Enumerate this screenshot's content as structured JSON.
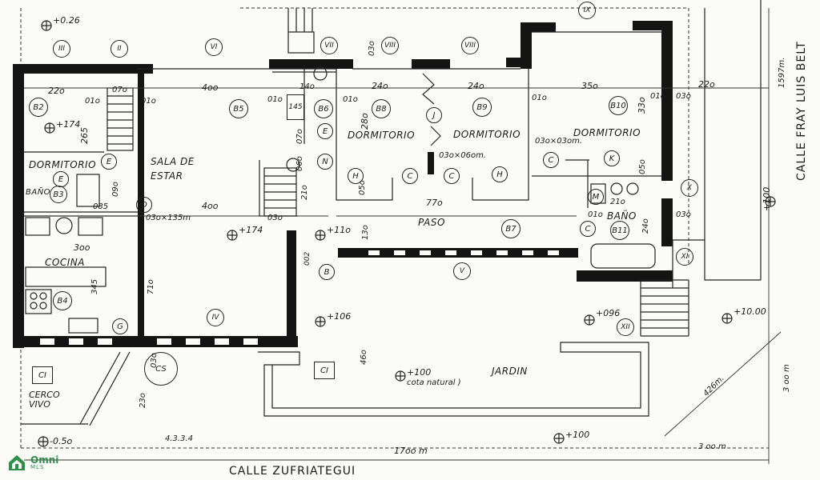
{
  "rooms": {
    "dormitorio_1": "DORMITORIO",
    "dormitorio_2": "DORMITORIO",
    "dormitorio_3": "DORMITORIO",
    "dormitorio_4": "DORMITORIO",
    "sala_1": "SALA DE",
    "sala_2": "ESTAR",
    "cocina": "COCINA",
    "bano_1": "BAÑO",
    "bano_2": "BAÑO",
    "paso": "PASO",
    "jardin": "JARDIN",
    "cerco_1": "CERCO",
    "cerco_2": "VIVO",
    "cota": "cota natural )"
  },
  "streets": {
    "zufriategui": "CALLE ZUFRIATEGUI",
    "fray_luis": "CALLE FRAY LUIS BELT"
  },
  "levels": {
    "top": "+0.26",
    "l174a": "+174",
    "l174b": "+174",
    "l110": "+11o",
    "l106": "+106",
    "l096": "+096",
    "l100a": "+100",
    "l1000": "+10.00",
    "l100b": "+100",
    "l100c": "+100",
    "l050": "-0.5o"
  },
  "dimensions": {
    "d220a": "22o",
    "d070": "07o",
    "d400a": "4oo",
    "d140": "14o",
    "d240a": "24o",
    "d240b": "24o",
    "d350": "35o",
    "d220b": "22o",
    "d010a": "01o",
    "d010b": "01o",
    "d010c": "01o",
    "d010d": "01o",
    "d010e": "01o",
    "d010f": "01o",
    "d030a": "03o",
    "d030b": "03o",
    "d030c": "03o",
    "d030d": "03o",
    "d265": "265",
    "d280": "28o",
    "d330": "33o",
    "d1597": "1597m.",
    "d050a": "05o",
    "d090": "09o",
    "d085": "085",
    "d400b": "4oo",
    "d030x135": "03o×135m",
    "d770": "77o",
    "d030x060": "03o×06om.",
    "d030x030": "03o×03om.",
    "d210a": "21o",
    "d210b": "21o",
    "d240c": "24o",
    "d010g": "01o",
    "d300a": "3oo",
    "d345": "345",
    "d710": "71o",
    "d130": "13o",
    "d460": "46o",
    "d230": "23o",
    "d4334": "4.3.3.4",
    "d1700": "17oo m",
    "d426": "426m.",
    "d300b": "3 oo m",
    "d300c": "3 oo m",
    "d060": "06o",
    "d050b": "05o",
    "d070b": "07o",
    "d030e": "03o"
  },
  "markers": {
    "B2": "B2",
    "B3": "B3",
    "B4": "B4",
    "B5": "B5",
    "B6": "B6",
    "B8": "B8",
    "B9": "B9",
    "B10": "B10",
    "B7": "B7",
    "B11": "B11",
    "B": "B",
    "E1": "E",
    "E2": "E",
    "E3": "E",
    "D": "D",
    "G": "G",
    "N": "N",
    "H1": "H",
    "H2": "H",
    "C1": "C",
    "C2": "C",
    "C3": "C",
    "C4": "C",
    "J": "J",
    "K": "K",
    "M": "M",
    "roman_III": "III",
    "roman_II": "II",
    "roman_VI": "VI",
    "roman_VII": "VII",
    "roman_VIII1": "VIII",
    "roman_VIII2": "VIII",
    "roman_IX": "IX",
    "roman_X": "X",
    "roman_XI": "XI",
    "roman_XII": "XII",
    "roman_IV": "IV",
    "roman_V": "V",
    "CI1": "CI",
    "CI2": "CI",
    "CS": "CS",
    "n145": "145",
    "n002": "002"
  },
  "logo": {
    "name": "Omni",
    "sub": "MLS"
  },
  "colors": {
    "ink": "#141414",
    "paper": "#fbfbf8",
    "brand": "#2f8f4a"
  }
}
